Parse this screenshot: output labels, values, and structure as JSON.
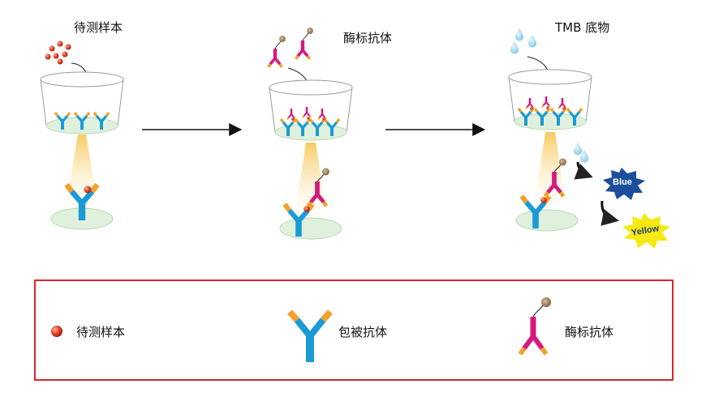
{
  "steps": [
    {
      "label": "待测样本"
    },
    {
      "label": "酶标抗体"
    },
    {
      "label": "TMB 底物"
    }
  ],
  "color_tags": {
    "blue": "Blue",
    "yellow": "Yellow"
  },
  "legend": {
    "items": [
      {
        "label": "待测样本",
        "icon": "sample-dot-icon"
      },
      {
        "label": "包被抗体",
        "icon": "coated-antibody-icon"
      },
      {
        "label": "酶标抗体",
        "icon": "enzyme-antibody-icon"
      }
    ]
  },
  "colors": {
    "frame": "#d7262c",
    "blue_burst": "#1b4f9c",
    "yellow_burst": "#f5ea14",
    "antibody_blue": "#1a9ad6",
    "antibody_orange": "#f0a22b",
    "antibody_magenta": "#d6197f",
    "sample_red": "#e5452f",
    "well_green": "#dff0dc"
  }
}
